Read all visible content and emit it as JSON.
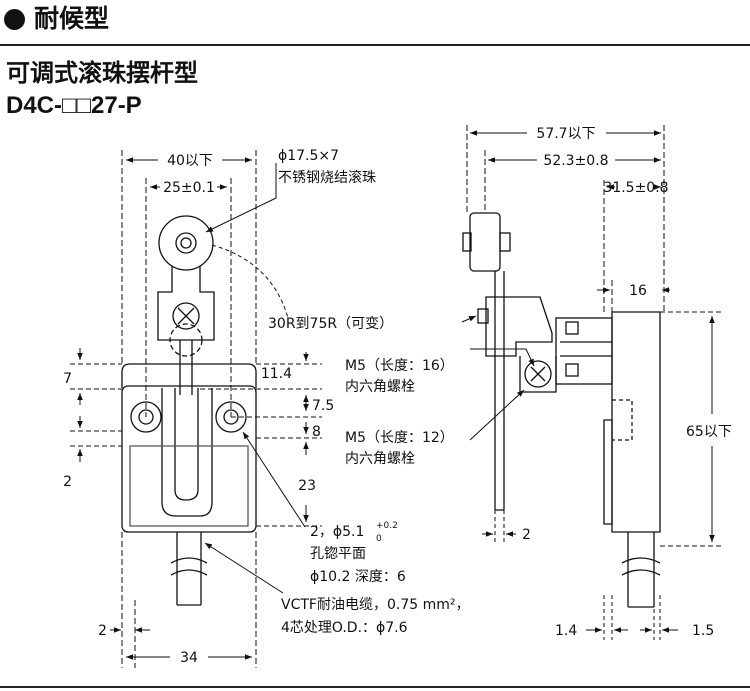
{
  "header": {
    "section_title": "耐候型"
  },
  "product": {
    "title": "可调式滚珠摆杆型",
    "model": "D4C-□□27-P"
  },
  "front_view": {
    "dim_width_max": "40以下",
    "dim_hole_pitch": "25±0.1",
    "roller_spec_1": "ϕ17.5×7",
    "roller_spec_2": "不锈钢烧结滚珠",
    "radius_note": "30R到75R（可变）",
    "dim_7": "7",
    "dim_11_4": "11.4",
    "dim_7_5": "7.5",
    "dim_8": "8",
    "dim_2_left": "2",
    "dim_23": "23",
    "hole_note_1": "2，ϕ5.1",
    "hole_tol_upper": "+0.2",
    "hole_tol_lower": "0",
    "hole_note_2": "孔锪平面",
    "hole_note_3": "ϕ10.2 深度：6",
    "cable_note_1": "VCTF耐油电缆，0.75 mm²，",
    "cable_note_2": "4芯处理O.D.：ϕ7.6",
    "dim_2_bottom": "2",
    "dim_34": "34"
  },
  "side_view": {
    "dim_57_7": "57.7以下",
    "dim_52_3": "52.3±0.8",
    "dim_31_5": "31.5±0.8",
    "dim_16": "16",
    "bolt1_note_1": "M5（长度：16）",
    "bolt1_note_2": "内六角螺栓",
    "bolt2_note_1": "M5（长度：12）",
    "bolt2_note_2": "内六角螺栓",
    "dim_65": "65以下",
    "dim_2": "2",
    "dim_1_4": "1.4",
    "dim_1_5": "1.5"
  }
}
